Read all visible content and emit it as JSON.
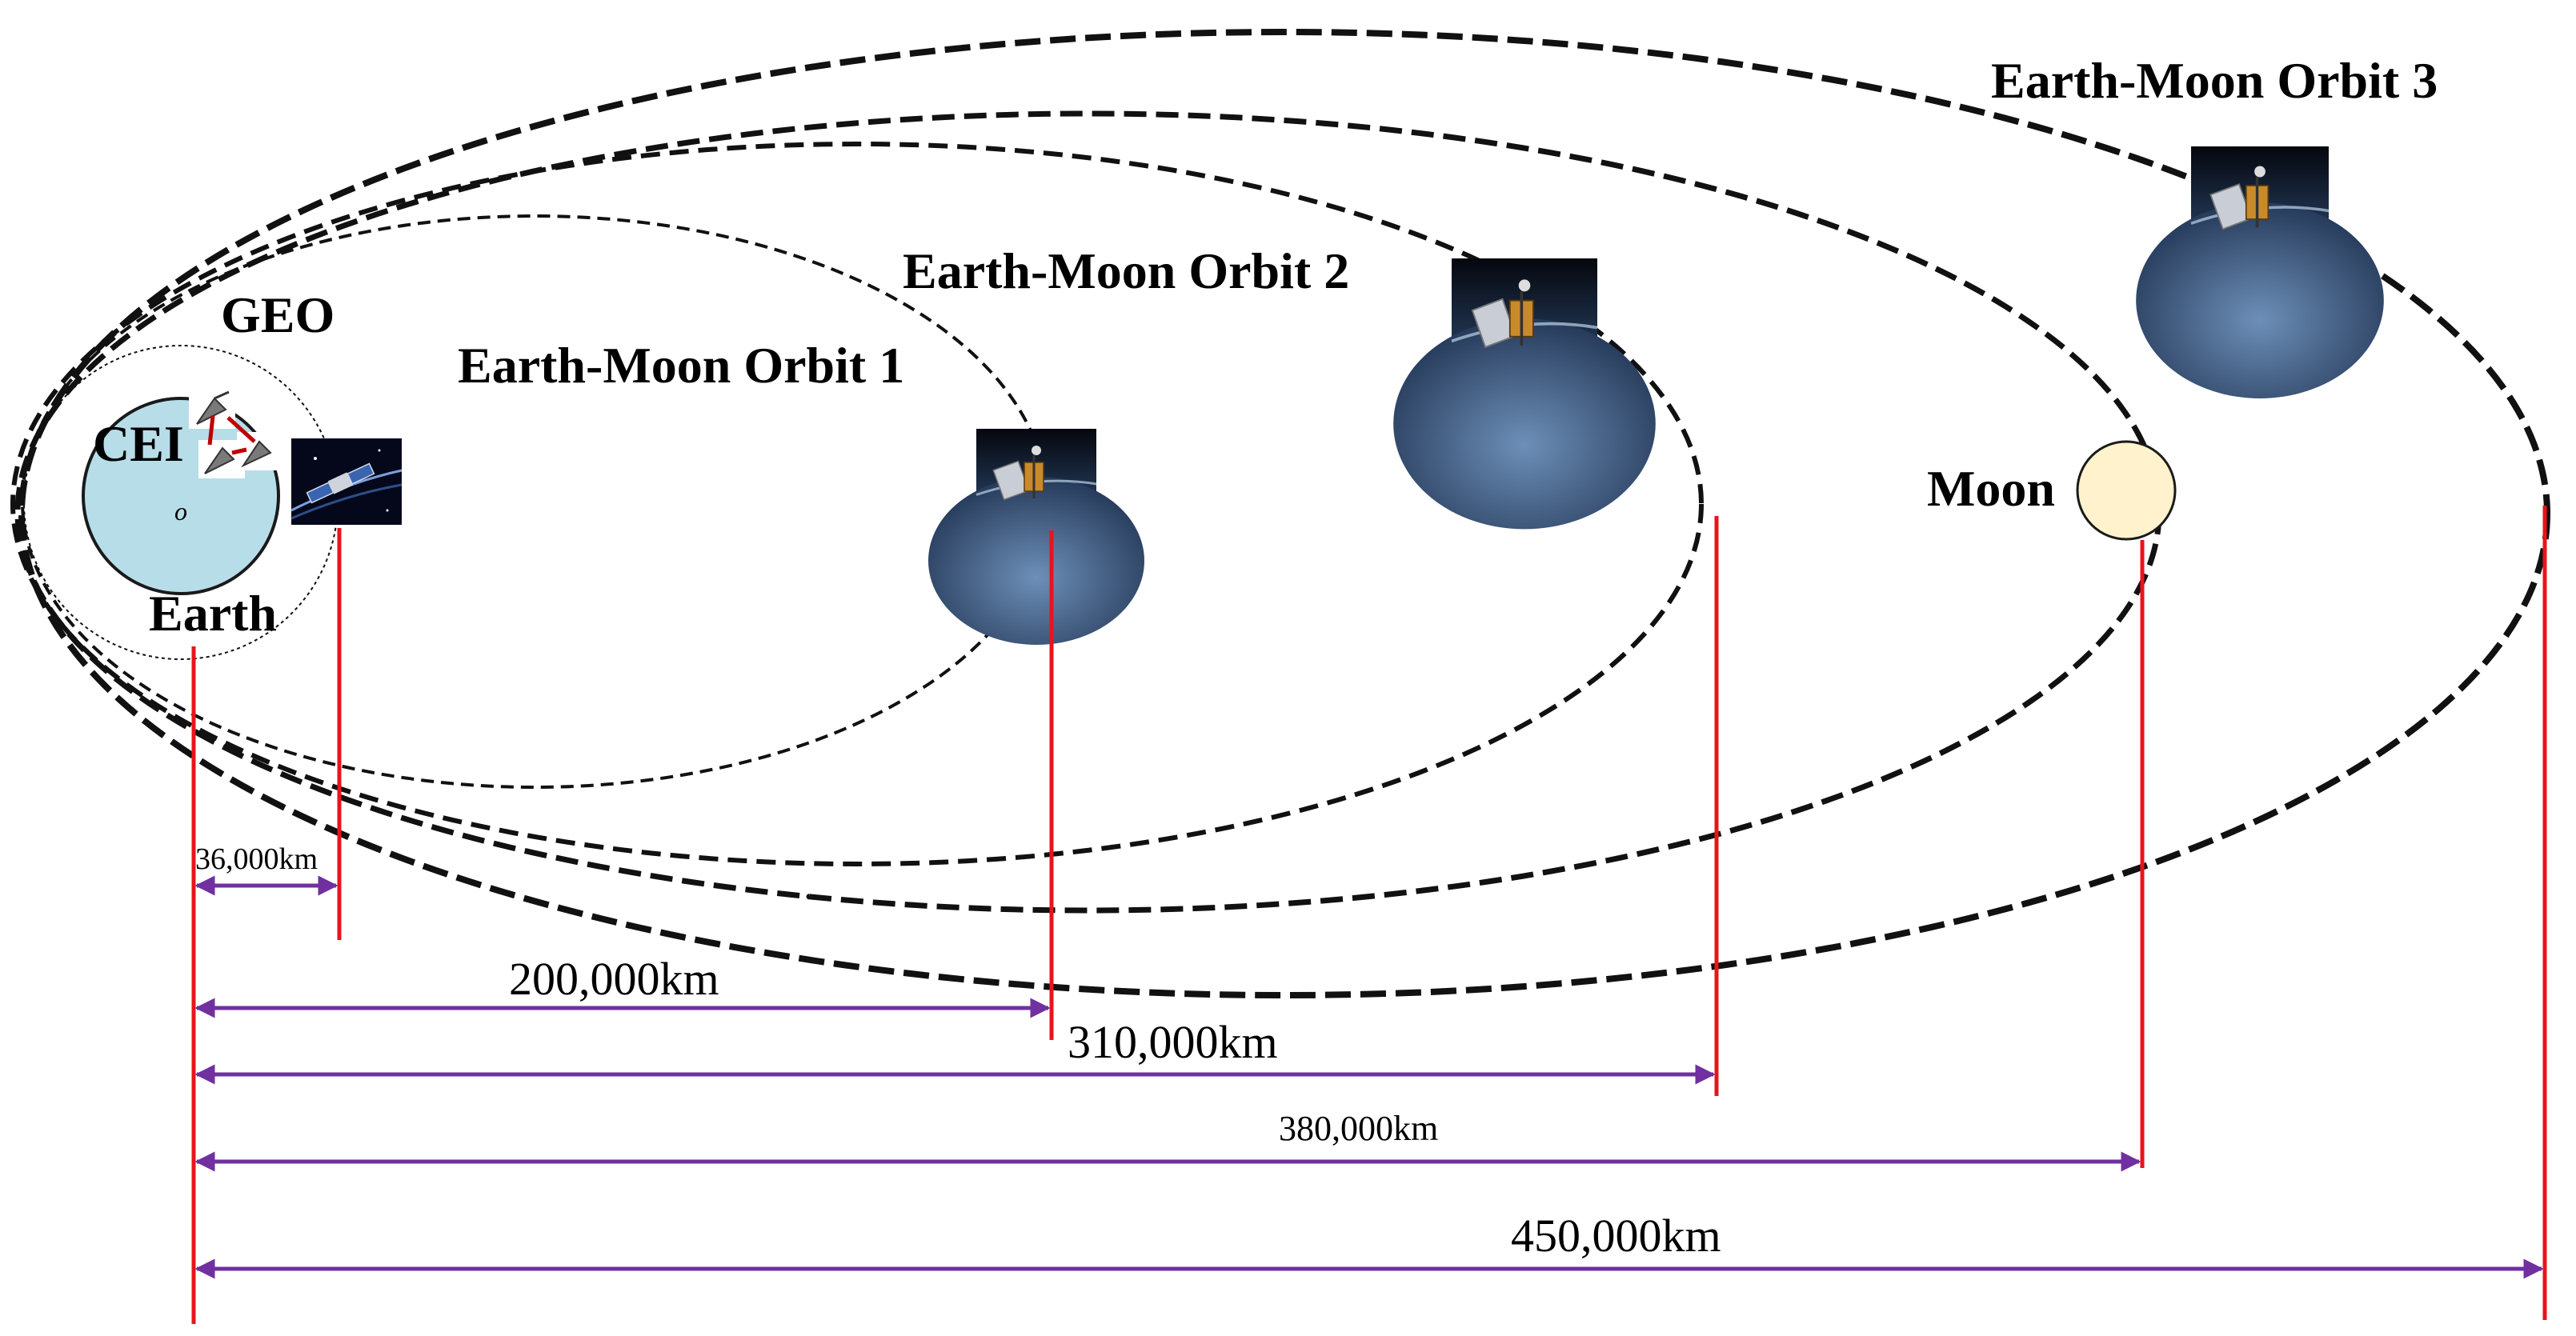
{
  "labels": {
    "geo": "GEO",
    "cei": "CEI",
    "earth": "Earth",
    "origin": "o",
    "moon": "Moon",
    "orbit1": "Earth-Moon Orbit 1",
    "orbit2": "Earth-Moon Orbit 2",
    "orbit3": "Earth-Moon Orbit 3"
  },
  "distances": {
    "geo": "36,000km",
    "orbit1": "200,000km",
    "orbit2": "310,000km",
    "moon": "380,000km",
    "orbit3": "450,000km"
  },
  "colors": {
    "earth_fill": "#b7dde8",
    "moon_fill": "#fff2cc",
    "marker_line": "#e8141b",
    "arrow": "#7030a0",
    "orbit": "#111111"
  },
  "icons": [
    "satellite-icon",
    "ground-station-icon"
  ]
}
